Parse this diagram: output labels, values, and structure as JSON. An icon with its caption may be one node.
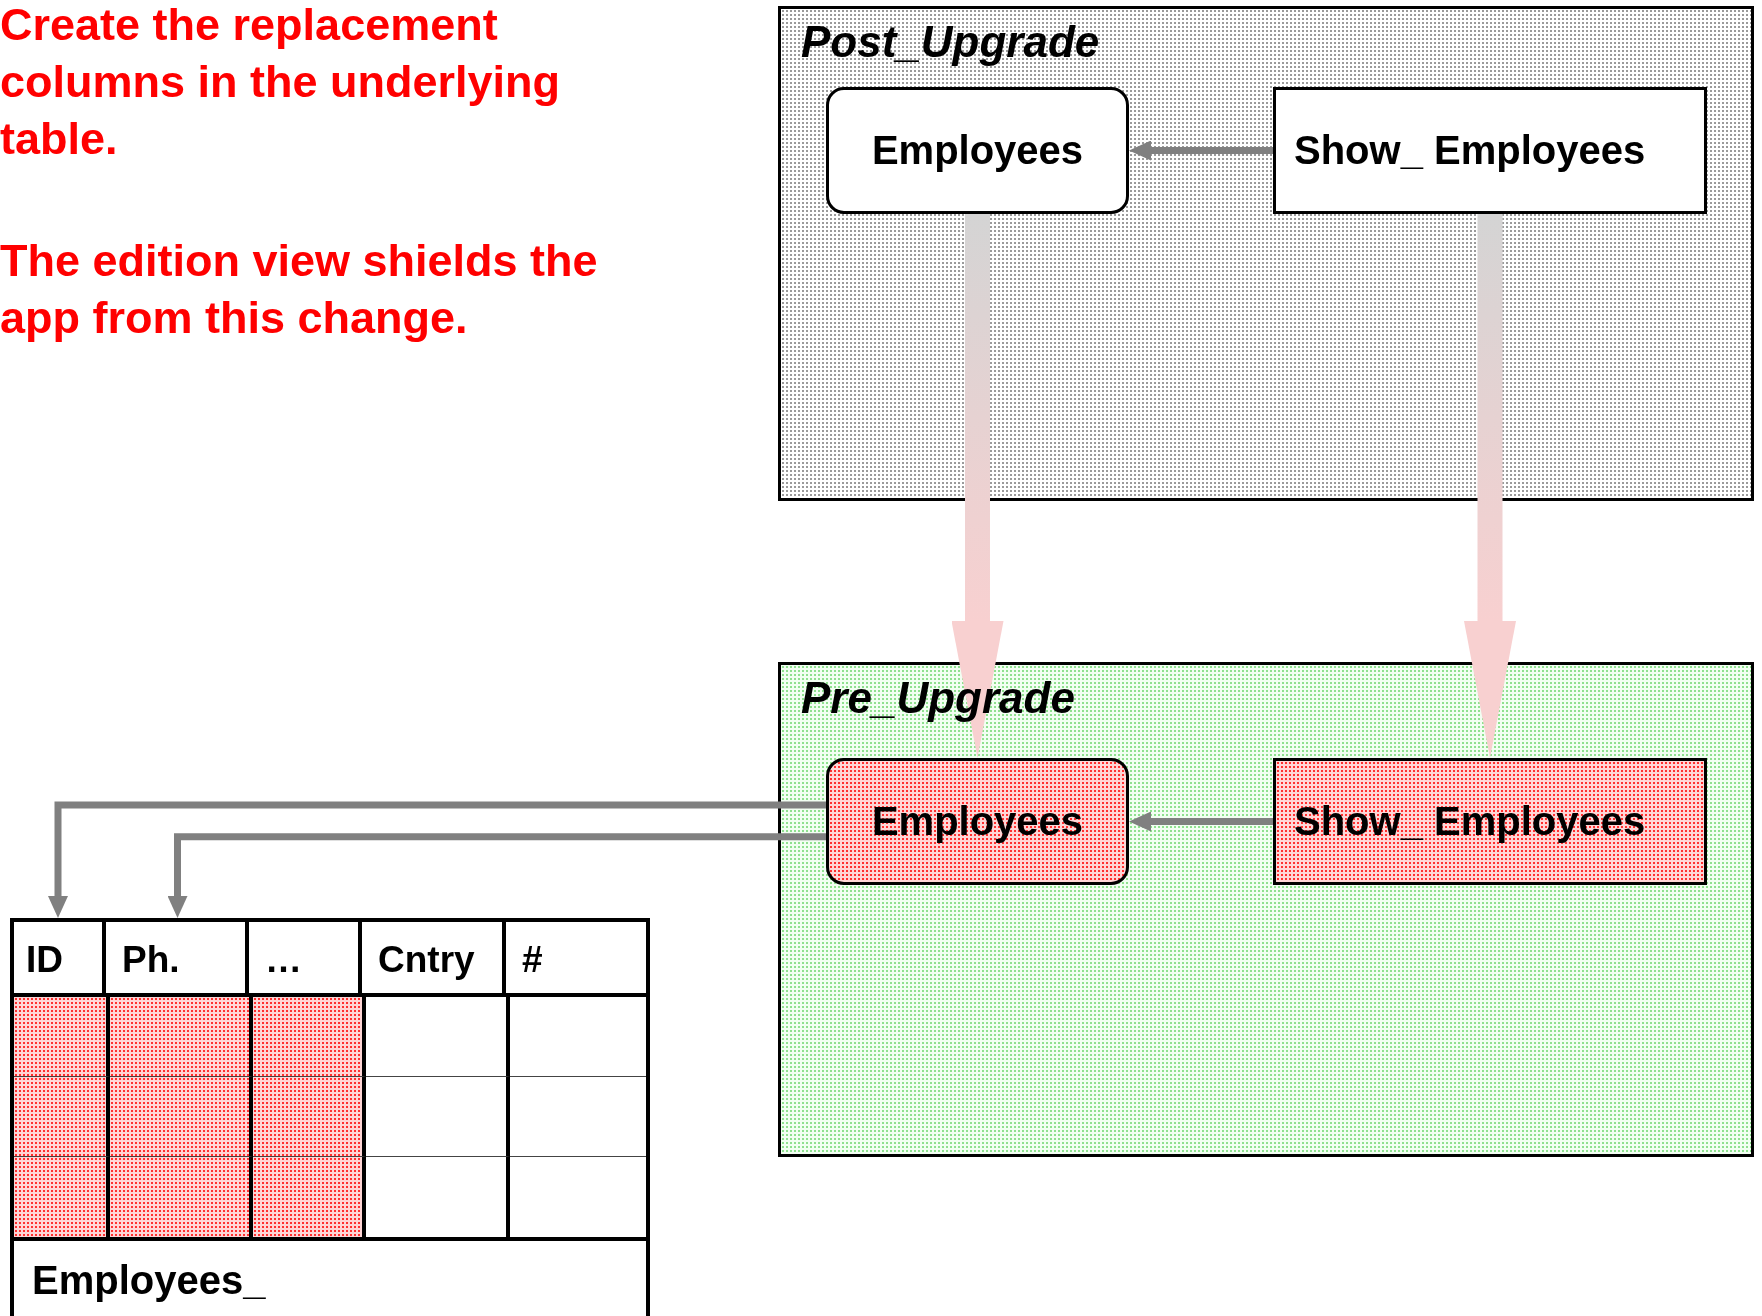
{
  "diagram": {
    "nodes": [
      {
        "text": [
          "Post_Upgrade"
        ]
      },
      {
        "text": [
          "Employees"
        ],
        "in": 0
      },
      {
        "text": [
          "Show_ Employees"
        ],
        "in": 0
      },
      {
        "text": [
          "Pre_Upgrade"
        ]
      },
      {
        "text": [
          "Employees"
        ],
        "in": 3
      },
      {
        "text": [
          "Show_ Employees"
        ],
        "in": 3
      },
      {
        "text": [
          "Employees_"
        ]
      },
      {
        "text": [
          "ID"
        ],
        "in": 6
      },
      {
        "text": [
          "Ph."
        ],
        "in": 6
      },
      {
        "text": [
          "…"
        ],
        "in": 6
      },
      {
        "text": [
          "Cntry"
        ],
        "in": 6
      },
      {
        "text": [
          "#"
        ],
        "in": 6
      }
    ],
    "edges": [
      {
        "from": 2,
        "to": 1,
        "arrow": "to"
      },
      {
        "from": 5,
        "to": 4,
        "arrow": "to"
      },
      {
        "from": 1,
        "to": 4,
        "arrow": "to",
        "style": "thick",
        "color": "#f8d0d0"
      },
      {
        "from": 2,
        "to": 5,
        "arrow": "to",
        "style": "thick",
        "color": "#f8d0d0"
      },
      {
        "from": 4,
        "to": 7,
        "arrow": "to"
      },
      {
        "from": 4,
        "to": 8,
        "arrow": "to"
      }
    ],
    "labels": [
      "Create the replacement columns in the underlying table.",
      "The edition view shields the app from this change."
    ]
  }
}
